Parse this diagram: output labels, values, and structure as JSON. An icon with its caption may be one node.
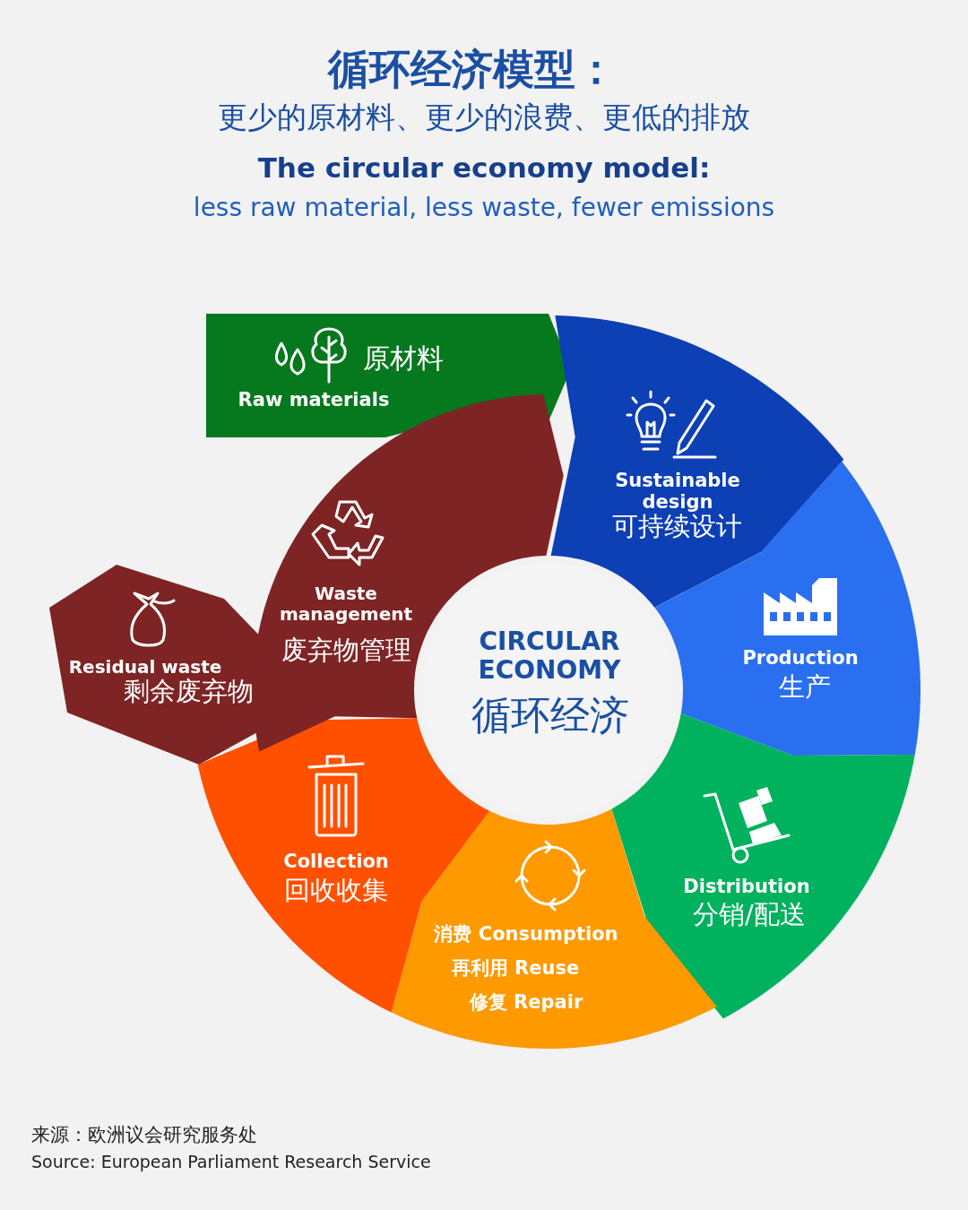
{
  "diagram": {
    "title": "循环经济模型：",
    "nodes": [
      {
        "text": [
          "原材料",
          "Raw materials"
        ]
      },
      {
        "text": [
          "Sustainable design",
          "可持续设计"
        ]
      },
      {
        "text": [
          "Production",
          "生产"
        ]
      },
      {
        "text": [
          "Distribution",
          "分销/配送"
        ]
      },
      {
        "text": [
          "消费 Consumption",
          "再利用 Reuse",
          "修复 Repair"
        ]
      },
      {
        "text": [
          "Collection",
          "回收收集"
        ]
      },
      {
        "text": [
          "Waste management",
          "废弃物管理"
        ]
      },
      {
        "text": [
          "Residual waste",
          "剩余废弃物"
        ]
      },
      {
        "text": [
          "CIRCULAR ECONOMY",
          "循环经济"
        ]
      }
    ],
    "labels": [
      "更少的原材料、更少的浪费、更低的排放",
      "The circular economy model:",
      "less raw material, less waste, fewer emissions",
      "来源：欧洲议会研究服务处",
      "Source: European Parliament Research Service"
    ]
  }
}
